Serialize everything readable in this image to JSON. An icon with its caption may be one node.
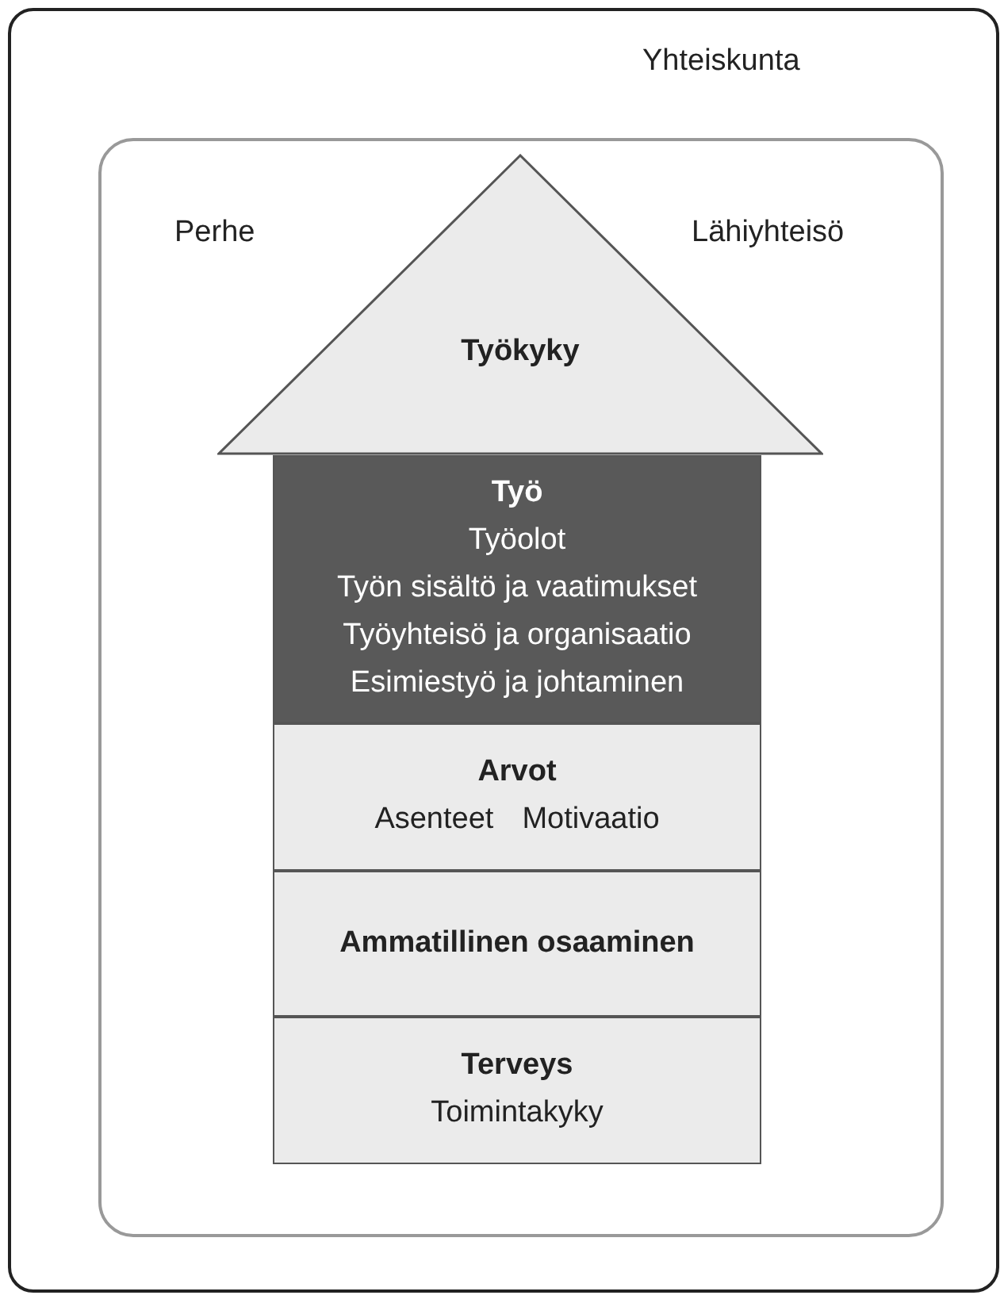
{
  "diagram": {
    "nodes": [
      {
        "text": [
          "Yhteiskunta"
        ]
      },
      {
        "text": [
          "Perhe",
          "Lähiyhteisö"
        ],
        "in": 0
      },
      {
        "text": [
          "Työkyky"
        ],
        "in": 1
      },
      {
        "text": [
          "Työ",
          "Työolot",
          "Työn sisältö ja vaatimukset",
          "Työyhteisö ja organisaatio",
          "Esimiestyö ja johtaminen"
        ],
        "in": 1
      },
      {
        "text": [
          "Arvot",
          "Asenteet",
          "Motivaatio"
        ],
        "in": 1
      },
      {
        "text": [
          "Ammatillinen osaaminen"
        ],
        "in": 1
      },
      {
        "text": [
          "Terveys",
          "Toimintakyky"
        ],
        "in": 1
      }
    ]
  }
}
